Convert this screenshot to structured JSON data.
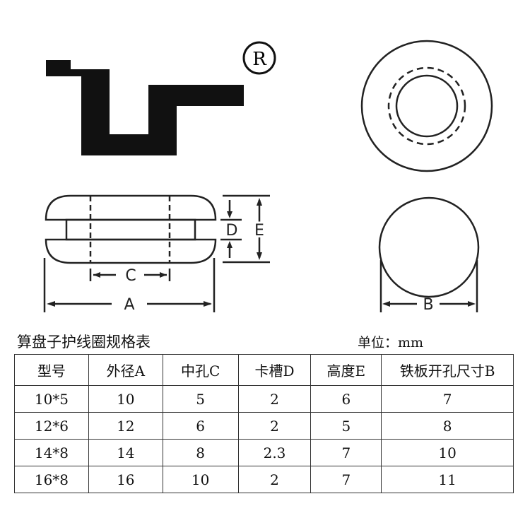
{
  "logo": {
    "registered_mark": "R"
  },
  "diagram": {
    "labels": {
      "A": "A",
      "B": "B",
      "C": "C",
      "D": "D",
      "E": "E"
    }
  },
  "title": "算盘子护线圈规格表",
  "unit": "单位：mm",
  "table": {
    "headers": [
      "型号",
      "外径A",
      "中孔C",
      "卡槽D",
      "高度E",
      "铁板开孔尺寸B"
    ],
    "rows": [
      [
        "10*5",
        "10",
        "5",
        "2",
        "6",
        "7"
      ],
      [
        "12*6",
        "12",
        "6",
        "2",
        "5",
        "8"
      ],
      [
        "14*8",
        "14",
        "8",
        "2.3",
        "7",
        "10"
      ],
      [
        "16*8",
        "16",
        "10",
        "2",
        "7",
        "11"
      ]
    ]
  }
}
